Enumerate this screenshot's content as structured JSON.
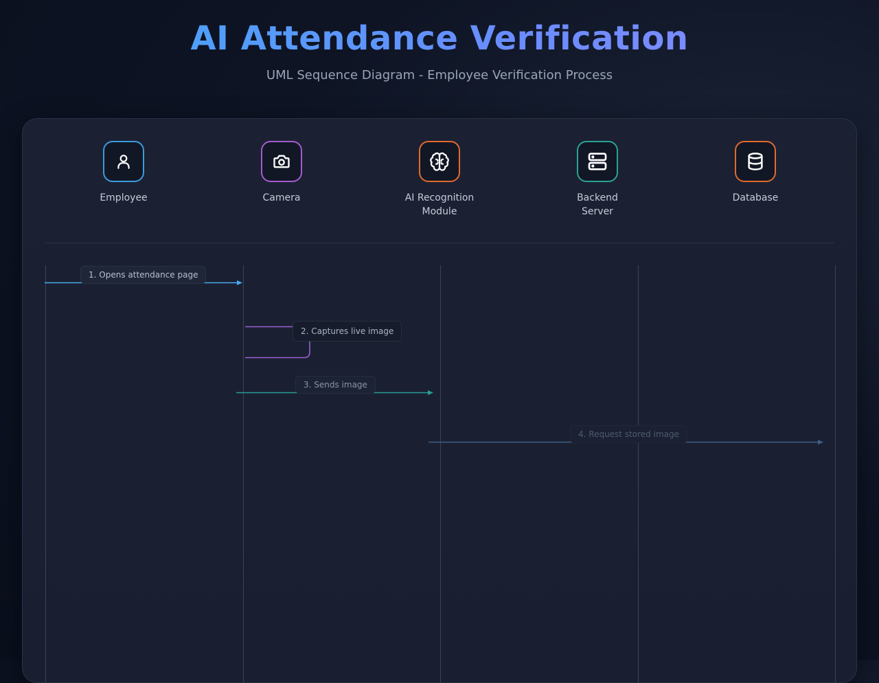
{
  "header": {
    "title": "AI Attendance Verification",
    "subtitle": "UML Sequence Diagram - Employee Verification Process"
  },
  "actors": [
    {
      "name": "Employee",
      "icon": "user-icon",
      "color": "#3b9ce0"
    },
    {
      "name": "Camera",
      "icon": "camera-icon",
      "color": "#a55bd0"
    },
    {
      "name": "AI Recognition Module",
      "icon": "brain-icon",
      "color": "#e2692f"
    },
    {
      "name": "Backend Server",
      "icon": "server-icon",
      "color": "#2aa396"
    },
    {
      "name": "Database",
      "icon": "database-icon",
      "color": "#e2692f"
    }
  ],
  "messages": [
    {
      "label": "1. Opens attendance page",
      "color": "#4aa9ee"
    },
    {
      "label": "2. Captures live image",
      "color": "#9b5fd0"
    },
    {
      "label": "3. Sends image",
      "color": "#2a9d96"
    },
    {
      "label": "4. Request stored image",
      "color": "#3f5f86"
    }
  ]
}
